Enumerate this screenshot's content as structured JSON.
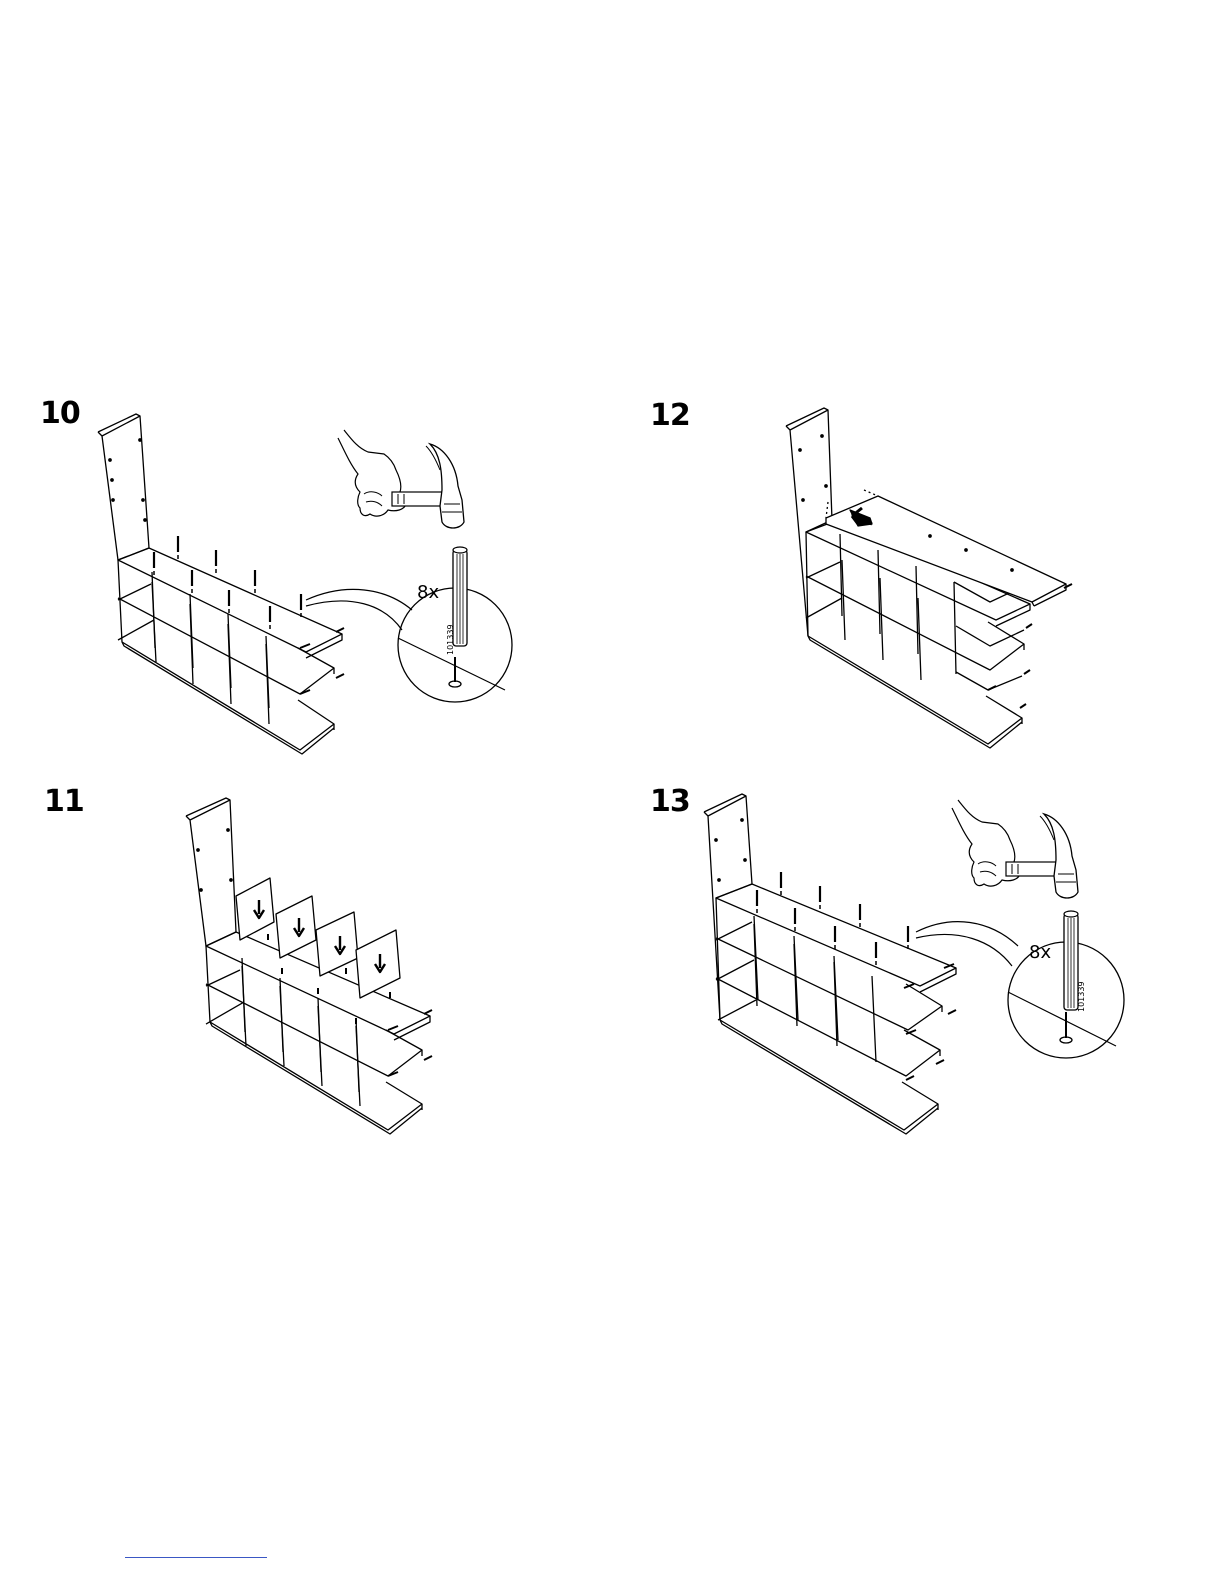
{
  "page": {
    "type": "assembly-instructions"
  },
  "steps": [
    {
      "number": "10",
      "quantity": "8x",
      "part_number": "101339",
      "tool": "hammer-icon",
      "part": "wooden-dowel-icon"
    },
    {
      "number": "11"
    },
    {
      "number": "12"
    },
    {
      "number": "13",
      "quantity": "8x",
      "part_number": "101339",
      "tool": "hammer-icon",
      "part": "wooden-dowel-icon"
    }
  ]
}
